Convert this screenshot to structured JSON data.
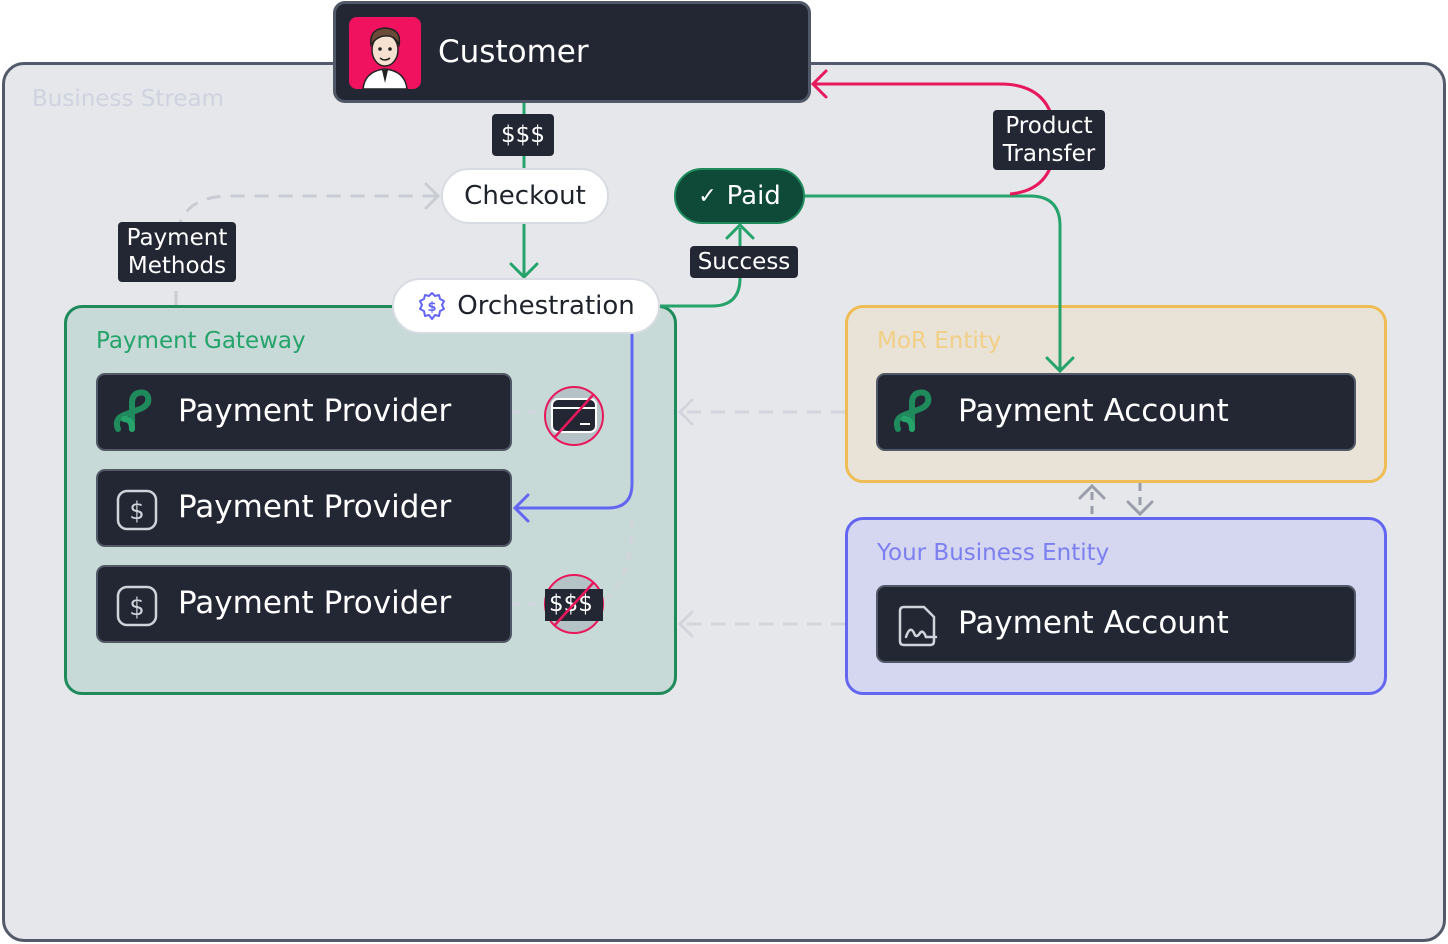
{
  "groups": {
    "stream": "Business Stream",
    "gateway": "Payment Gateway",
    "mor": "MoR Entity",
    "business": "Your Business Entity"
  },
  "nodes": {
    "customer": "Customer",
    "checkout": "Checkout",
    "paid": "Paid",
    "orchestration": "Orchestration",
    "provider_1": "Payment Provider",
    "provider_2": "Payment Provider",
    "provider_3": "Payment Provider",
    "mor_account": "Payment Account",
    "business_account": "Payment Account"
  },
  "labels": {
    "money": "$$$",
    "payment_methods_1": "Payment",
    "payment_methods_2": "Methods",
    "success": "Success",
    "product_transfer_1": "Product",
    "product_transfer_2": "Transfer",
    "blocked_money": "$$$",
    "checkmark": "✓"
  },
  "icons": {
    "customer": "customer-avatar",
    "provider_1": "infinity-logo-icon",
    "provider_2": "dollar-icon",
    "provider_3": "dollar-icon",
    "mor_account": "infinity-logo-icon",
    "business_account": "signature-icon",
    "orchestration": "gear-dollar-icon"
  },
  "colors": {
    "flow_green": "#25a36b",
    "return_red": "#e8185c",
    "route_blue": "#6366f1",
    "dashed_gray": "#c9ccd3",
    "blocked_red": "#e8185c"
  }
}
